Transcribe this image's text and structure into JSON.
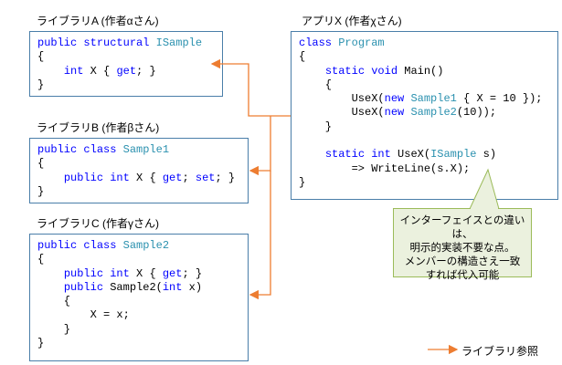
{
  "titles": {
    "libA": "ライブラリA (作者αさん)",
    "libB": "ライブラリB (作者βさん)",
    "libC": "ライブラリC (作者γさん)",
    "appX": "アプリX (作者χさん)"
  },
  "code": {
    "libA": [
      [
        [
          "kw",
          "public"
        ],
        [
          "t",
          " "
        ],
        [
          "kw",
          "structural"
        ],
        [
          "t",
          " "
        ],
        [
          "ty",
          "ISample"
        ]
      ],
      [
        [
          "t",
          "{"
        ]
      ],
      [
        [
          "t",
          "    "
        ],
        [
          "kw",
          "int"
        ],
        [
          "t",
          " X { "
        ],
        [
          "kw",
          "get"
        ],
        [
          "t",
          "; }"
        ]
      ],
      [
        [
          "t",
          "}"
        ]
      ]
    ],
    "libB": [
      [
        [
          "kw",
          "public"
        ],
        [
          "t",
          " "
        ],
        [
          "kw",
          "class"
        ],
        [
          "t",
          " "
        ],
        [
          "ty",
          "Sample1"
        ]
      ],
      [
        [
          "t",
          "{"
        ]
      ],
      [
        [
          "t",
          "    "
        ],
        [
          "kw",
          "public"
        ],
        [
          "t",
          " "
        ],
        [
          "kw",
          "int"
        ],
        [
          "t",
          " X { "
        ],
        [
          "kw",
          "get"
        ],
        [
          "t",
          "; "
        ],
        [
          "kw",
          "set"
        ],
        [
          "t",
          "; }"
        ]
      ],
      [
        [
          "t",
          "}"
        ]
      ]
    ],
    "libC": [
      [
        [
          "kw",
          "public"
        ],
        [
          "t",
          " "
        ],
        [
          "kw",
          "class"
        ],
        [
          "t",
          " "
        ],
        [
          "ty",
          "Sample2"
        ]
      ],
      [
        [
          "t",
          "{"
        ]
      ],
      [
        [
          "t",
          "    "
        ],
        [
          "kw",
          "public"
        ],
        [
          "t",
          " "
        ],
        [
          "kw",
          "int"
        ],
        [
          "t",
          " X { "
        ],
        [
          "kw",
          "get"
        ],
        [
          "t",
          "; }"
        ]
      ],
      [
        [
          "t",
          "    "
        ],
        [
          "kw",
          "public"
        ],
        [
          "t",
          " Sample2("
        ],
        [
          "kw",
          "int"
        ],
        [
          "t",
          " x)"
        ]
      ],
      [
        [
          "t",
          "    {"
        ]
      ],
      [
        [
          "t",
          "        X = x;"
        ]
      ],
      [
        [
          "t",
          "    }"
        ]
      ],
      [
        [
          "t",
          "}"
        ]
      ]
    ],
    "appX": [
      [
        [
          "kw",
          "class"
        ],
        [
          "t",
          " "
        ],
        [
          "ty",
          "Program"
        ]
      ],
      [
        [
          "t",
          "{"
        ]
      ],
      [
        [
          "t",
          "    "
        ],
        [
          "kw",
          "static"
        ],
        [
          "t",
          " "
        ],
        [
          "kw",
          "void"
        ],
        [
          "t",
          " Main()"
        ]
      ],
      [
        [
          "t",
          "    {"
        ]
      ],
      [
        [
          "t",
          "        UseX("
        ],
        [
          "kw",
          "new"
        ],
        [
          "t",
          " "
        ],
        [
          "ty",
          "Sample1"
        ],
        [
          "t",
          " { X = 10 });"
        ]
      ],
      [
        [
          "t",
          "        UseX("
        ],
        [
          "kw",
          "new"
        ],
        [
          "t",
          " "
        ],
        [
          "ty",
          "Sample2"
        ],
        [
          "t",
          "(10));"
        ]
      ],
      [
        [
          "t",
          "    }"
        ]
      ],
      [
        [
          "t",
          ""
        ]
      ],
      [
        [
          "t",
          "    "
        ],
        [
          "kw",
          "static"
        ],
        [
          "t",
          " "
        ],
        [
          "kw",
          "int"
        ],
        [
          "t",
          " UseX("
        ],
        [
          "ty",
          "ISample"
        ],
        [
          "t",
          " s)"
        ]
      ],
      [
        [
          "t",
          "        => WriteLine(s.X);"
        ]
      ],
      [
        [
          "t",
          "}"
        ]
      ]
    ]
  },
  "note": {
    "lines": [
      "インターフェイスとの違いは、",
      "明示的実装不要な点。",
      "メンバーの構造さえ一致",
      "すれば代入可能"
    ]
  },
  "legend": {
    "label": "ライブラリ参照"
  },
  "colors": {
    "keyword": "#0000ff",
    "type": "#2b91af",
    "arrow": "#ed7d31",
    "border": "#4a7ea9",
    "note_bg": "#ebf1de",
    "note_border": "#9bbb59"
  }
}
